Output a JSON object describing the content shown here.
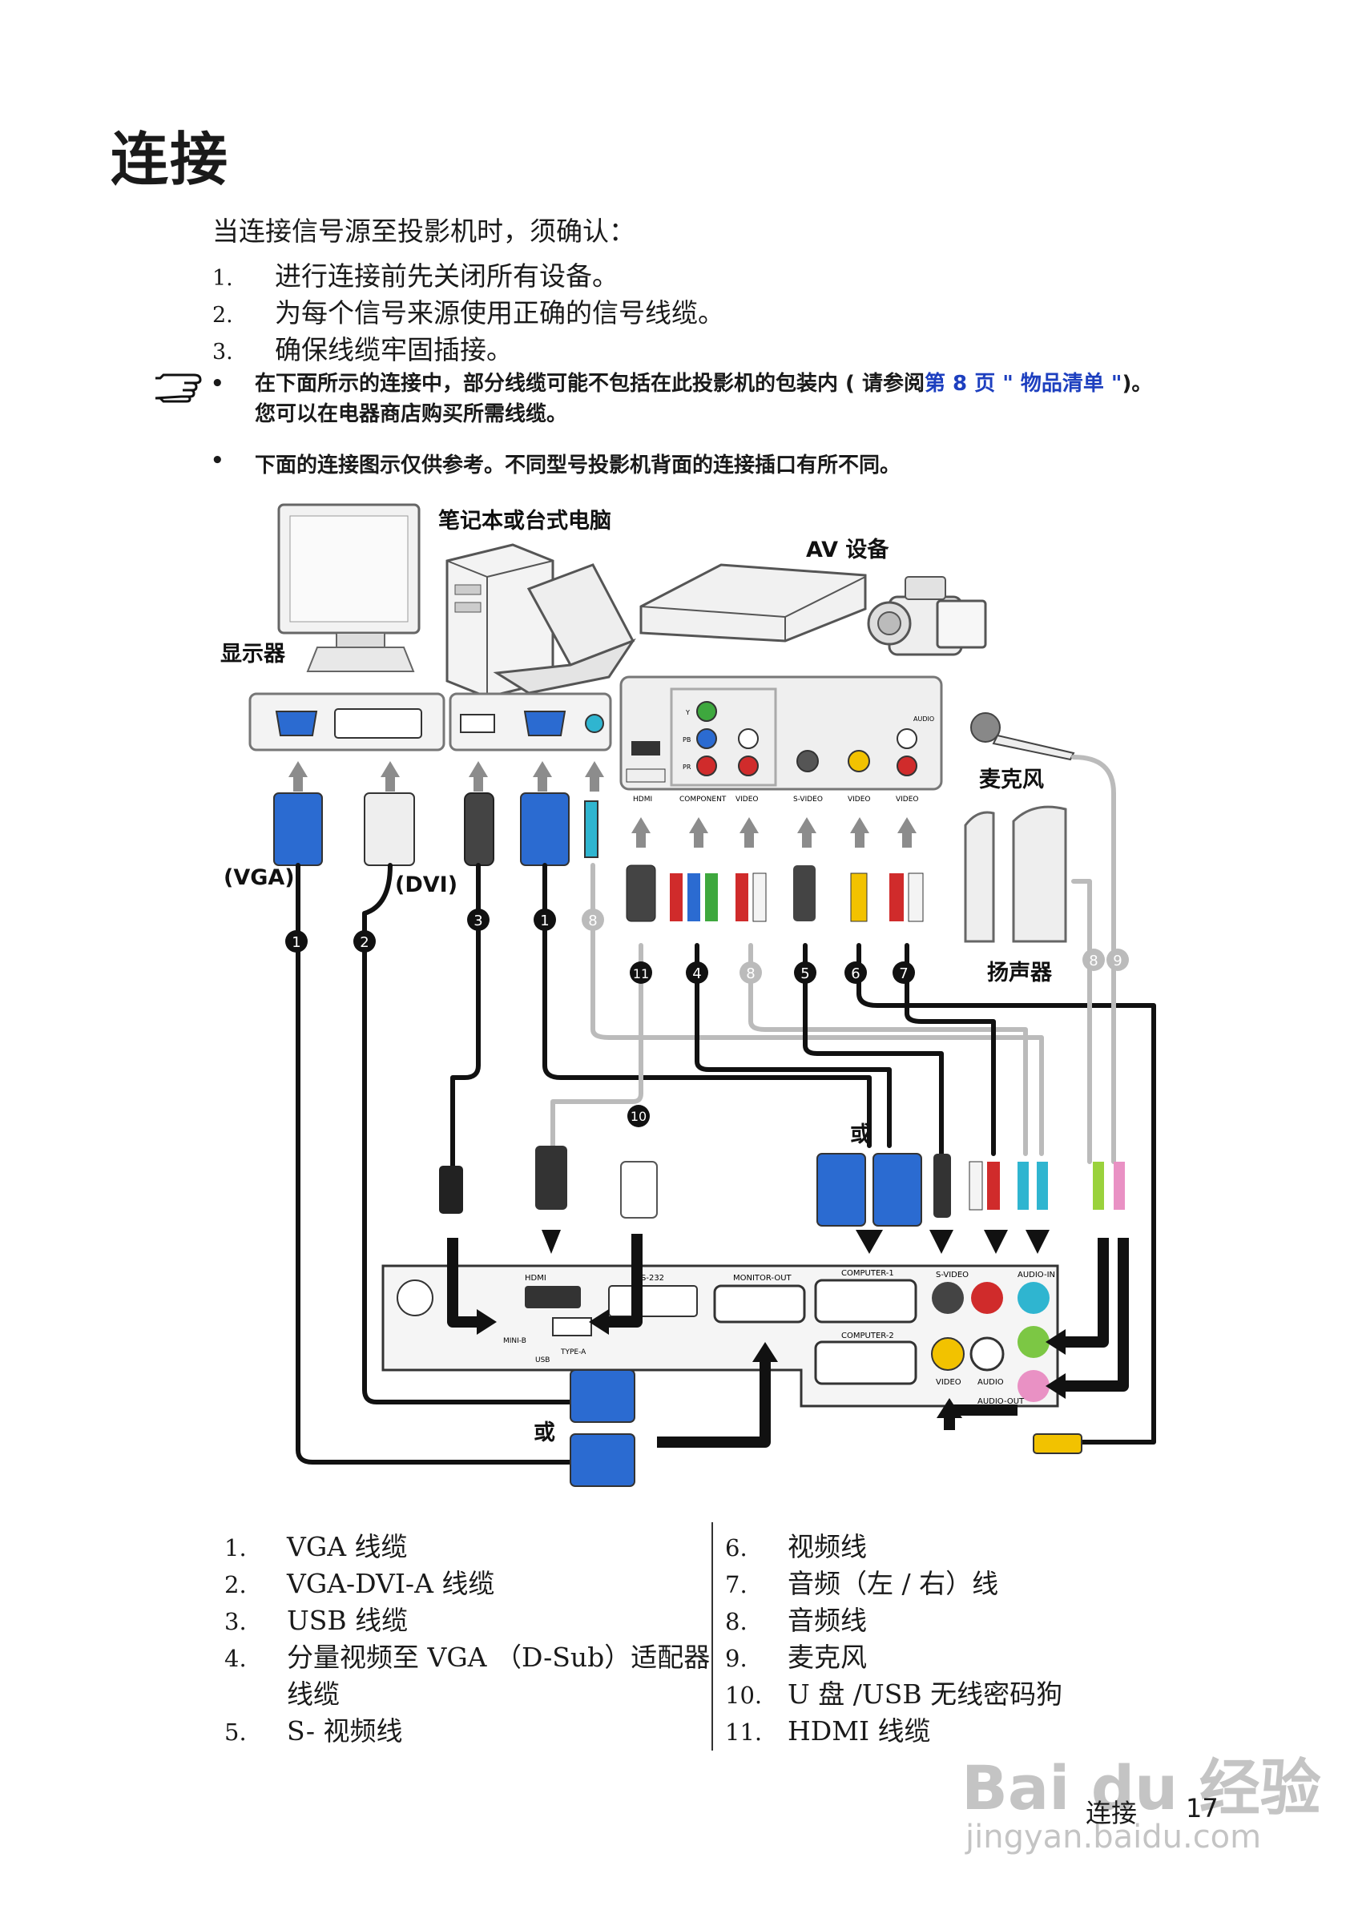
{
  "page": {
    "title": "连接",
    "intro": "当连接信号源至投影机时，须确认：",
    "requirements": [
      {
        "num": "1.",
        "text": "进行连接前先关闭所有设备。"
      },
      {
        "num": "2.",
        "text": "为每个信号来源使用正确的信号线缆。"
      },
      {
        "num": "3.",
        "text": "确保线缆牢固插接。"
      }
    ],
    "note": {
      "bullet": "•",
      "part1": "在下面所示的连接中，部分线缆可能不包括在此投影机的包装内 ( 请参阅",
      "link": "第 8 页 \" 物品清单 \"",
      "part2": ")。",
      "line2": "您可以在电器商店购买所需线缆。",
      "bullet2": "下面的连接图示仅供参考。不同型号投影机背面的连接插口有所不同。"
    }
  },
  "diagram": {
    "labels": {
      "pc": "笔记本或台式电脑",
      "av": "AV 设备",
      "monitor": "显示器",
      "mic": "麦克风",
      "speaker": "扬声器",
      "vga": "(VGA)",
      "dvi": "(DVI)",
      "or1": "或",
      "or2": "或"
    },
    "av_ports": {
      "hdmi": "HDMI",
      "component": "COMPONENT",
      "video1": "VIDEO",
      "svideo": "S-VIDEO",
      "video2": "VIDEO",
      "video3": "VIDEO",
      "audio": "AUDIO",
      "y": "Y",
      "pb": "PB",
      "pr": "PR"
    },
    "projector_ports": {
      "hdmi": "HDMI",
      "rs232": "S-232",
      "monitor_out": "MONITOR-OUT",
      "computer1": "COMPUTER-1",
      "computer2": "COMPUTER-2",
      "svideo": "S-VIDEO",
      "audio_in": "AUDIO-IN",
      "audio_out": "AUDIO-OUT",
      "audio": "AUDIO",
      "video": "VIDEO",
      "mini_b": "MINI-B",
      "type_a": "TYPE-A",
      "usb": "USB"
    },
    "callouts": [
      "1",
      "2",
      "3",
      "1",
      "8",
      "11",
      "4",
      "8",
      "5",
      "6",
      "7",
      "8",
      "9",
      "10"
    ]
  },
  "legend_left": [
    {
      "num": "1.",
      "text": "VGA 线缆"
    },
    {
      "num": "2.",
      "text": "VGA-DVI-A 线缆"
    },
    {
      "num": "3.",
      "text": "USB 线缆"
    },
    {
      "num": "4.",
      "text": "分量视频至 VGA （D-Sub）适配器"
    },
    {
      "num": "",
      "text": "线缆"
    },
    {
      "num": "5.",
      "text": "S- 视频线"
    }
  ],
  "legend_right": [
    {
      "num": "6.",
      "text": "视频线"
    },
    {
      "num": "7.",
      "text": "音频（左 / 右）线"
    },
    {
      "num": "8.",
      "text": "音频线"
    },
    {
      "num": "9.",
      "text": "麦克风"
    },
    {
      "num": "10.",
      "text": "U 盘 /USB 无线密码狗"
    },
    {
      "num": "11.",
      "text": "HDMI 线缆"
    }
  ],
  "footer": {
    "section": "连接",
    "page_number": "17"
  },
  "watermark": {
    "logo": "Bai du 经验",
    "url": "jingyan.baidu.com"
  }
}
